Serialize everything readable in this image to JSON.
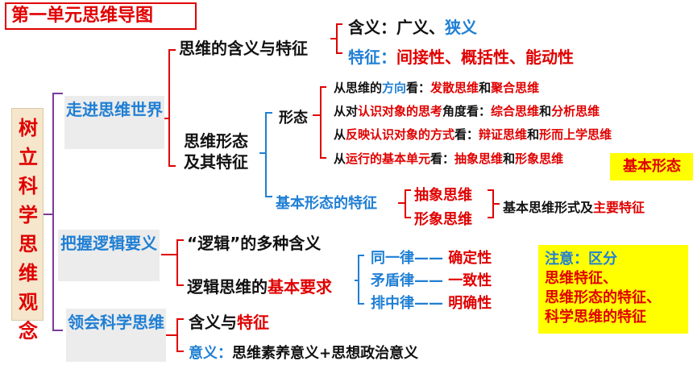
{
  "title": "第一单元思维导图",
  "root": "树立科学思维观念",
  "sections": {
    "s1": "走进思维世界",
    "s2": "把握逻辑要义",
    "s3": "领会科学思维"
  },
  "s1": {
    "meaning_feature": "思维的含义与特征",
    "meaning_label": "含义：",
    "meaning_broad": "广义、",
    "meaning_narrow": "狭义",
    "feature_label": "特征：",
    "feature_values": "间接性、概括性、能动性",
    "forms_title": "思维形态及其特征",
    "form_label": "形态",
    "forms": [
      {
        "a": "从思维的",
        "b": "方向",
        "c": "看：",
        "d": "发散思维",
        "e": "和",
        "f": "聚合思维"
      },
      {
        "a": "从对",
        "b": "认识对象的思考",
        "c": "角度看：",
        "d": "综合思维",
        "e": "和",
        "f": "分析思维"
      },
      {
        "a": "从",
        "b": "反映认识对象的方式",
        "c": "看：",
        "d": "辩证思维",
        "e": "和",
        "f": "形而上学思维"
      },
      {
        "a": "从",
        "b": "运行的基本单元",
        "c": "看：",
        "d": "抽象思维",
        "e": "和",
        "f": "形象思维"
      }
    ],
    "basic_form_note": "基本形态",
    "basic_feature_label": "基本形态的特征",
    "abstract": "抽象思维",
    "image_thinking": "形象思维",
    "basic_form_desc": "基本思维形式及",
    "main_feature": "主要特征"
  },
  "s2": {
    "logic_meanings": "“逻辑”的多种含义",
    "req_prefix": "逻辑思维的",
    "req_key": "基本要求",
    "laws": [
      {
        "law": "同一律——",
        "value": "确定性"
      },
      {
        "law": "矛盾律——",
        "value": "一致性"
      },
      {
        "law": "排中律——",
        "value": "明确性"
      }
    ],
    "note_title": "注意：区分",
    "note_lines": [
      "思维特征、",
      "思维形态的特征、",
      "科学思维的特征"
    ]
  },
  "s3": {
    "meaning_prefix": "含义与",
    "meaning_key": "特征",
    "significance_label": "意义：",
    "significance_value": "思维素养意义+思想政治意义"
  }
}
